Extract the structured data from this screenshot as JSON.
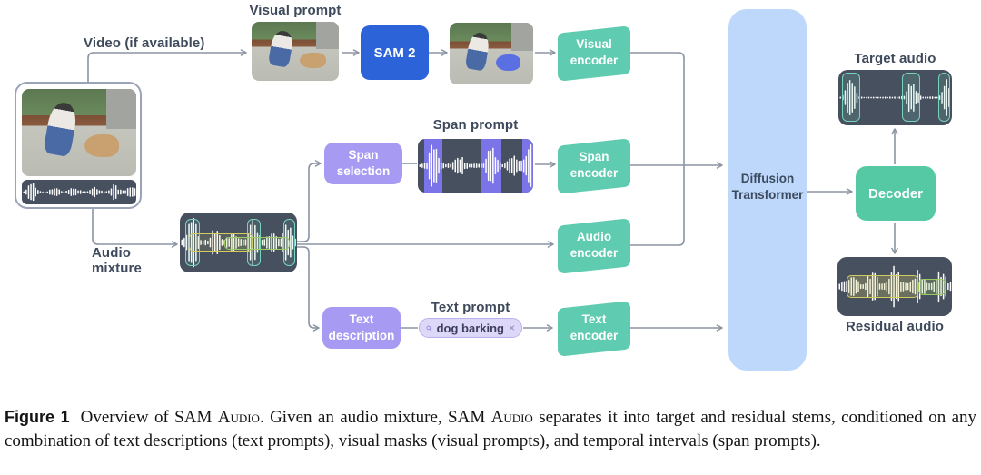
{
  "diagram": {
    "labels": {
      "video_if_available": "Video (if available)",
      "visual_prompt": "Visual prompt",
      "span_prompt": "Span prompt",
      "text_prompt": "Text prompt",
      "audio_mixture": "Audio mixture",
      "target_audio": "Target audio",
      "residual_audio": "Residual audio"
    },
    "nodes": {
      "sam2": "SAM 2",
      "span_selection": "Span selection",
      "text_description": "Text description",
      "visual_encoder": "Visual encoder",
      "span_encoder": "Span encoder",
      "audio_encoder": "Audio encoder",
      "text_encoder": "Text encoder",
      "diffusion_transformer": "Diffusion Transformer",
      "decoder": "Decoder"
    },
    "text_prompt_chip": {
      "query": "dog barking",
      "close_glyph": "×"
    },
    "colors": {
      "encoder_teal": "#5fcbb0",
      "decoder_teal": "#55c9a4",
      "prompt_purple": "#a79af2",
      "sam2_blue": "#2d63d8",
      "transformer_blue": "#bed8fc",
      "waveform_bg": "#47505f",
      "span_highlight_purple": "#7b74e9",
      "target_highlight_teal": "#74d4bc",
      "residual_highlight_yellow": "#d3cb5e",
      "residual_highlight_green": "#9ccb5f",
      "arrow_gray": "#8b94a3"
    }
  },
  "caption": {
    "segments": [
      {
        "text": "Figure 1",
        "style": "figure-label"
      },
      {
        "text": "Overview of SAM ",
        "style": "serif"
      },
      {
        "text": "Audio",
        "style": "serif-smallcaps"
      },
      {
        "text": ". Given an audio mixture, SAM ",
        "style": "serif"
      },
      {
        "text": "Audio",
        "style": "serif-smallcaps"
      },
      {
        "text": " separates it into target and residual stems, conditioned on any combination of text descriptions (text prompts), visual masks (visual prompts), and temporal intervals (span prompts).",
        "style": "serif"
      }
    ]
  }
}
